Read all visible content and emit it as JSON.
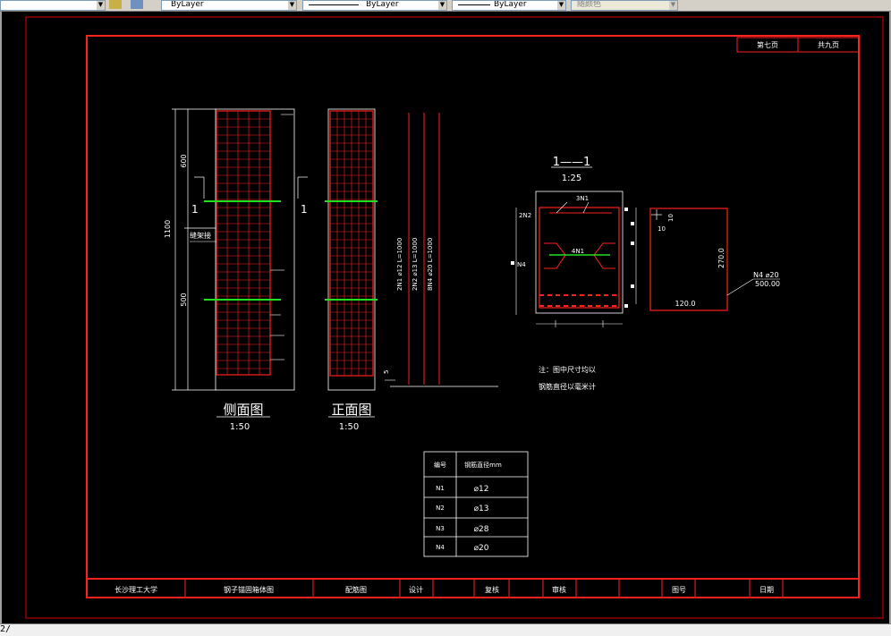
{
  "toolbar": {
    "linetype": "ByLayer",
    "lineweight": "ByLayer",
    "plotstyle": "ByLayer",
    "color": "随颜色"
  },
  "titleblock": {
    "page_current": "第七页",
    "page_total": "共九页",
    "school": "长沙理工大学",
    "project": "钢子锚固箱体图",
    "drawing_name": "配筋图",
    "design_label": "设计",
    "check_label": "复核",
    "review_label": "审核",
    "drawing_no_label": "图号",
    "date_label": "日期"
  },
  "side_view": {
    "title": "侧面图",
    "scale": "1:50",
    "dim_top": "600",
    "dim_total": "1100",
    "dim_bottom": "500",
    "section_left": "1",
    "section_right": "1",
    "note": "缝架接"
  },
  "front_view": {
    "title": "正面图",
    "scale": "1:50"
  },
  "bar_labels": [
    "2N1 ⌀12 L=1000",
    "2N2 ⌀13 L=1000",
    "8N4 ⌀20 L=1000"
  ],
  "small_dim": "5",
  "section": {
    "title": "1——1",
    "scale": "1:25",
    "n1": "3N1",
    "n2": "2N2",
    "n1b": "4N1",
    "n4": "N4"
  },
  "detail": {
    "dim_10a": "10",
    "dim_10b": "10",
    "height": "270.0",
    "width": "120.0",
    "callout_top": "N4 ⌀20",
    "callout_bottom": "500.00"
  },
  "note_line1": "注：图中尺寸均以",
  "note_line2": "钢筋直径以毫米计",
  "rebar_table": {
    "header_no": "编号",
    "header_dia": "钢筋直径mm",
    "rows": [
      {
        "no": "N1",
        "dia": "⌀12"
      },
      {
        "no": "N2",
        "dia": "⌀13"
      },
      {
        "no": "N3",
        "dia": "⌀28"
      },
      {
        "no": "N4",
        "dia": "⌀20"
      }
    ]
  },
  "cmd_prompt": "2/"
}
